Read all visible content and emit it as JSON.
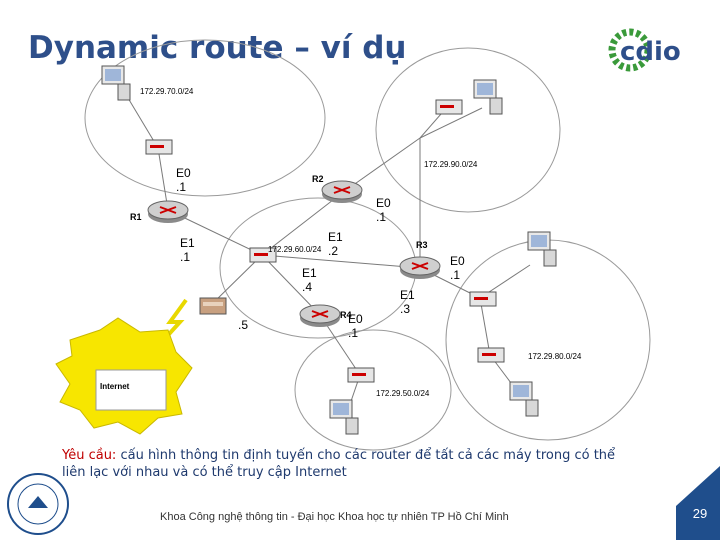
{
  "slide": {
    "title": "Dynamic route – ví dụ",
    "logo_text": "cdio",
    "requirement_key": "Yêu cầu:",
    "requirement_text": " cấu hình thông tin định tuyến cho các router để tất cả các máy trong có thể liên lạc với nhau và có thể truy cập Internet",
    "footer": "Khoa Công nghệ thông tin - Đại học Khoa học tự nhiên TP Hồ Chí Minh",
    "page_number": "29",
    "accent_color": "#2e4f8a",
    "page_box_color": "#1f4e8c"
  },
  "diagram": {
    "networks": [
      {
        "id": "net1",
        "label": "172.29.70.0/24"
      },
      {
        "id": "net2",
        "label": "172.29.90.0/24"
      },
      {
        "id": "net3",
        "label": "172.29.60.0/24"
      },
      {
        "id": "net4",
        "label": "172.29.50.0/24"
      },
      {
        "id": "net5",
        "label": "172.29.80.0/24"
      }
    ],
    "routers": [
      {
        "id": "r1",
        "label": "R1"
      },
      {
        "id": "r2",
        "label": "R2"
      },
      {
        "id": "r3",
        "label": "R3"
      },
      {
        "id": "r4",
        "label": "R4"
      }
    ],
    "interfaces": [
      {
        "id": "r1-e0",
        "label": "E0\n.1"
      },
      {
        "id": "r1-e1",
        "label": "E1\n.1"
      },
      {
        "id": "r2-e0",
        "label": "E0\n.1"
      },
      {
        "id": "r2-e1",
        "label": "E1\n.2"
      },
      {
        "id": "r3-e0",
        "label": "E0\n.1"
      },
      {
        "id": "r3-e1",
        "label": "E1\n.3"
      },
      {
        "id": "r4-e1",
        "label": "E1\n.4"
      },
      {
        "id": "r4-e0",
        "label": "E0\n.1"
      },
      {
        "id": "modem",
        "label": ".5"
      }
    ],
    "internet_label": "Internet"
  }
}
